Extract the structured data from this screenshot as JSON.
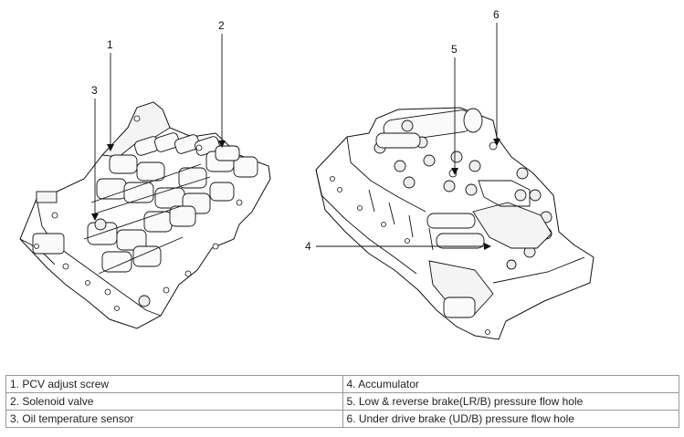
{
  "callouts": [
    "1",
    "2",
    "3",
    "4",
    "5",
    "6"
  ],
  "legend": {
    "rows": [
      [
        "1. PCV adjust screw",
        "4. Accumulator"
      ],
      [
        "2. Solenoid valve",
        "5. Low & reverse brake(LR/B) pressure flow hole"
      ],
      [
        "3. Oil temperature sensor",
        "6. Under drive brake (UD/B) pressure flow hole"
      ]
    ]
  }
}
